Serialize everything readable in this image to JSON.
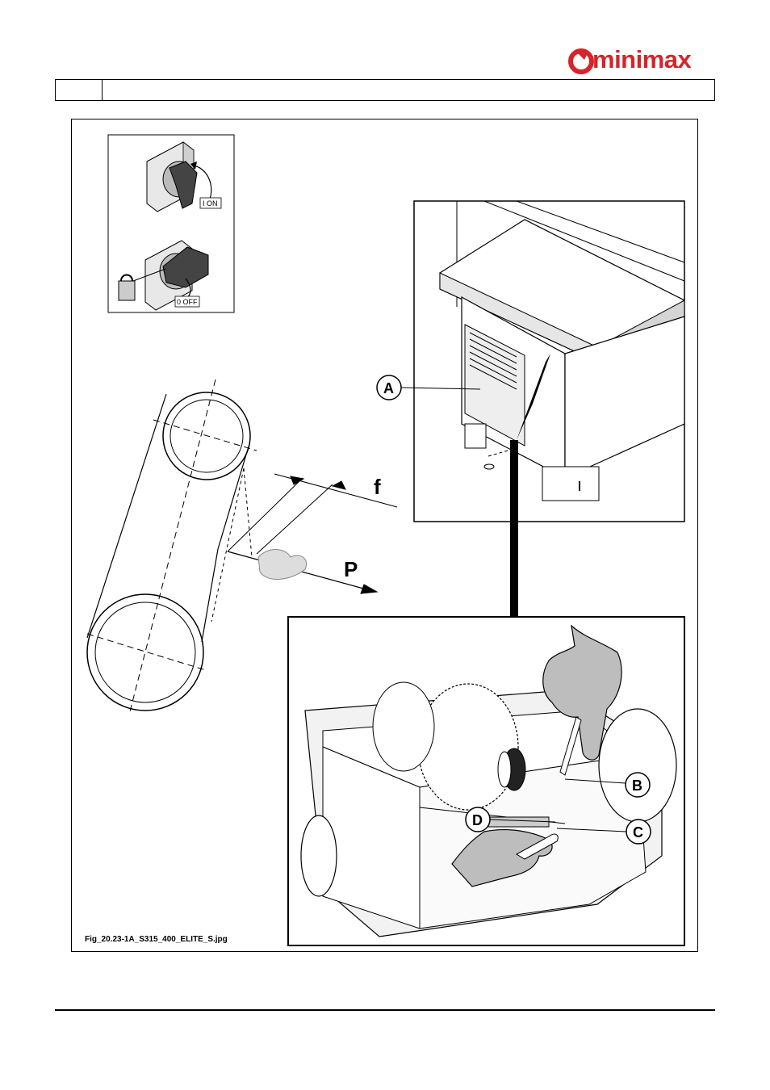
{
  "brand": {
    "name": "minimax",
    "color": "#d8232a"
  },
  "switch_labels": {
    "on": "I ON",
    "off": "0 OFF"
  },
  "dimension_labels": {
    "f": "f",
    "p": "P"
  },
  "callouts": {
    "a": "A",
    "b": "B",
    "c": "C",
    "d": "D"
  },
  "figure": {
    "caption": "Fig_20.23-1A_S315_400_ELITE_S.jpg"
  },
  "icons": [
    "minimax-logo-icon",
    "main-switch-on-icon",
    "main-switch-off-icon",
    "padlock-icon",
    "gloved-hand-icon",
    "wrench-icon"
  ]
}
